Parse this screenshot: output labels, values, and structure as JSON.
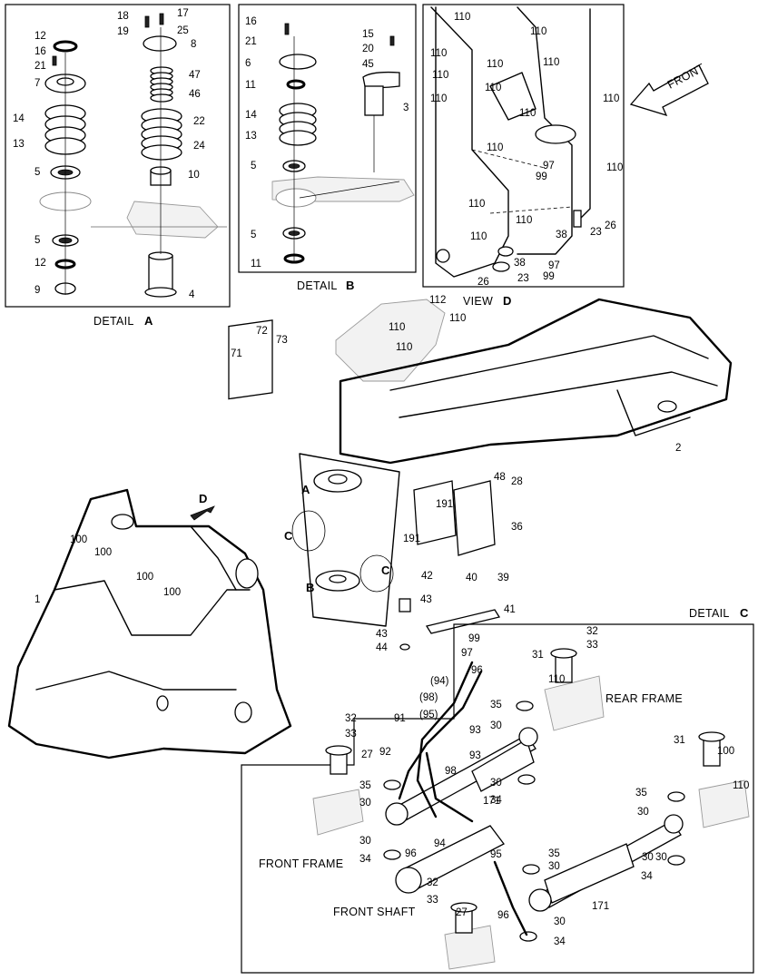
{
  "details": {
    "a": {
      "caption": "DETAIL",
      "letter": "A"
    },
    "b": {
      "caption": "DETAIL",
      "letter": "B"
    },
    "c": {
      "caption": "DETAIL",
      "letter": "C"
    },
    "d": {
      "caption": "VIEW",
      "letter": "D"
    }
  },
  "front_arrow": "FRONT",
  "callout_letters": {
    "a": "A",
    "b": "B",
    "c1": "C",
    "c2": "C",
    "d": "D"
  },
  "region_labels": {
    "rear_frame": "REAR FRAME",
    "front_frame": "FRONT FRAME",
    "front_shaft": "FRONT SHAFT"
  },
  "part_numbers": {
    "detail_a": [
      "18",
      "17",
      "19",
      "25",
      "8",
      "12",
      "16",
      "21",
      "7",
      "47",
      "46",
      "14",
      "22",
      "13",
      "24",
      "5",
      "10",
      "5",
      "12",
      "9",
      "4"
    ],
    "detail_b": [
      "16",
      "21",
      "6",
      "15",
      "20",
      "45",
      "11",
      "3",
      "14",
      "13",
      "5",
      "5",
      "11"
    ],
    "view_d": [
      "110",
      "110",
      "110",
      "110",
      "110",
      "110",
      "110",
      "110",
      "110",
      "110",
      "110",
      "110",
      "110",
      "110",
      "110",
      "97",
      "99",
      "26",
      "23",
      "38",
      "38",
      "97",
      "99",
      "26",
      "23"
    ],
    "main": [
      "112",
      "110",
      "110",
      "110",
      "72",
      "73",
      "71",
      "2",
      "48",
      "28",
      "191",
      "191",
      "36",
      "42",
      "40",
      "39",
      "43",
      "41",
      "43",
      "44",
      "1",
      "100",
      "100",
      "100",
      "100"
    ],
    "detail_c": [
      "32",
      "33",
      "99",
      "97",
      "31",
      "96",
      "(94)",
      "110",
      "(98)",
      "35",
      "30",
      "(95)",
      "91",
      "93",
      "92",
      "93",
      "30",
      "34",
      "171",
      "98",
      "32",
      "33",
      "27",
      "35",
      "30",
      "96",
      "94",
      "30",
      "34",
      "95",
      "32",
      "33",
      "27",
      "35",
      "30",
      "30",
      "34",
      "171",
      "96",
      "30",
      "34",
      "31",
      "100",
      "110",
      "35",
      "30",
      "30",
      "34"
    ]
  }
}
